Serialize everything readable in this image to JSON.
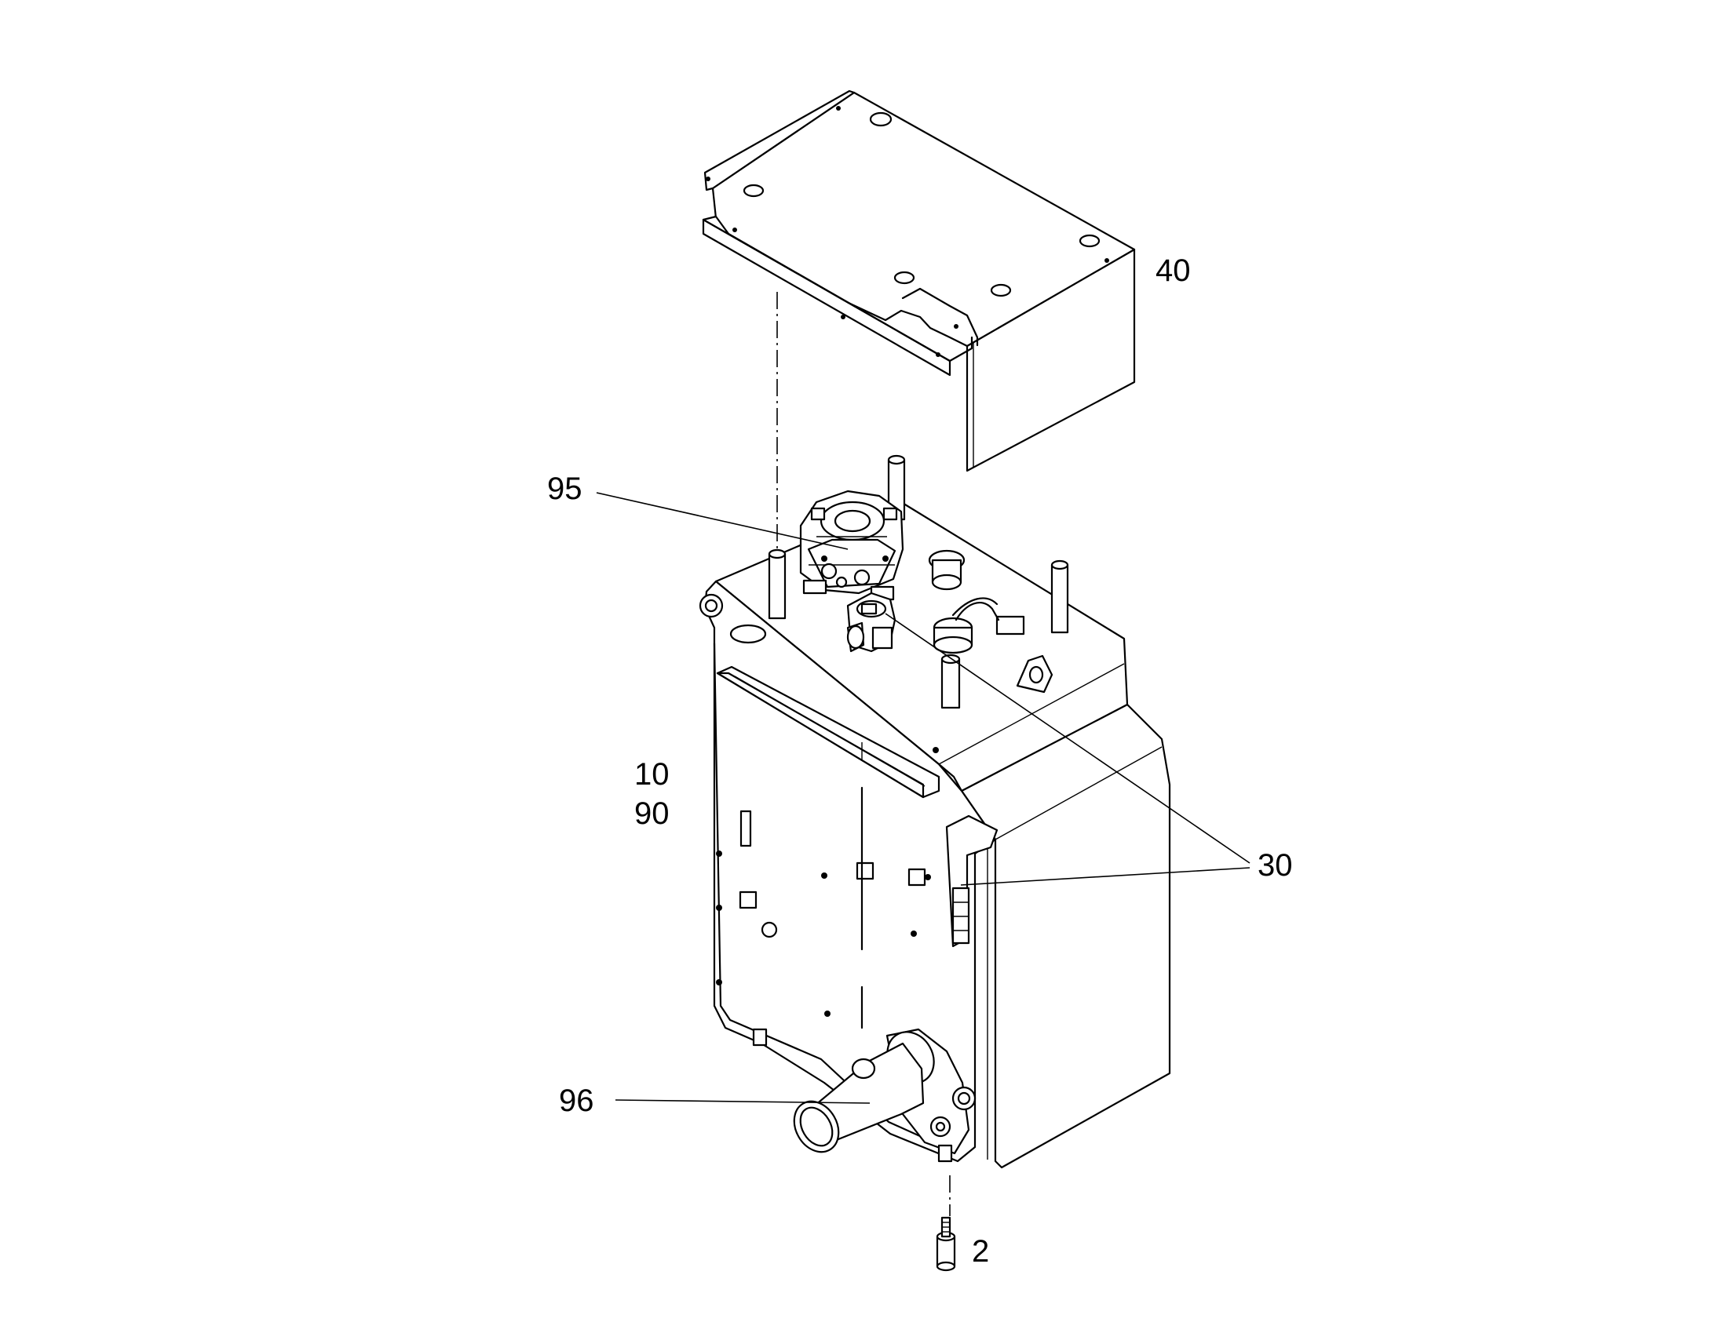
{
  "callouts": {
    "c40": "40",
    "c95": "95",
    "c10": "10",
    "c90": "90",
    "c30": "30",
    "c96": "96",
    "c2": "2"
  }
}
